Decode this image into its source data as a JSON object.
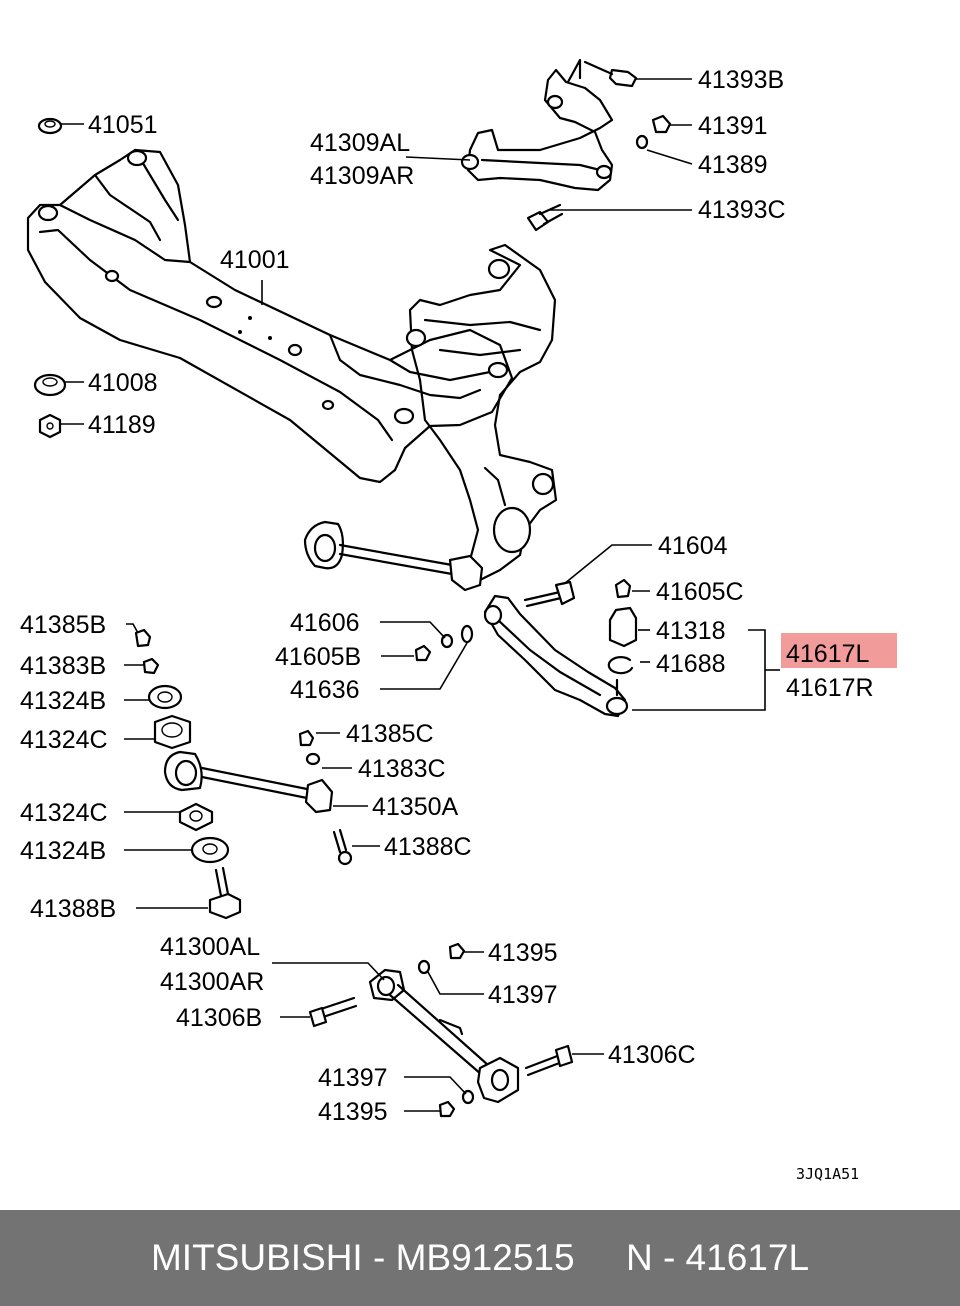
{
  "diagram": {
    "highlight_color": "#f29b9b",
    "drawing_code": "3JQ1A51",
    "labels": {
      "l41393B": "41393B",
      "l41051": "41051",
      "l41391": "41391",
      "l41309AL": "41309AL",
      "l41309AR": "41309AR",
      "l41389": "41389",
      "l41393C": "41393C",
      "l41001": "41001",
      "l41008": "41008",
      "l41189": "41189",
      "l41604": "41604",
      "l41605C": "41605C",
      "l41606": "41606",
      "l41318": "41318",
      "l41605B": "41605B",
      "l41617L": "41617L",
      "l41688": "41688",
      "l41636": "41636",
      "l41617R": "41617R",
      "l41385B": "41385B",
      "l41383B": "41383B",
      "l41324B_top": "41324B",
      "l41324C_top": "41324C",
      "l41385C": "41385C",
      "l41383C": "41383C",
      "l41350A": "41350A",
      "l41324C_bot": "41324C",
      "l41324B_bot": "41324B",
      "l41388C": "41388C",
      "l41388B": "41388B",
      "l41300AL": "41300AL",
      "l41300AR": "41300AR",
      "l41395_top": "41395",
      "l41397_top": "41397",
      "l41306B": "41306B",
      "l41306C": "41306C",
      "l41397_bot": "41397",
      "l41395_bot": "41395"
    }
  },
  "footer": {
    "brand": "MITSUBISHI",
    "part_number": "MB912515",
    "ref": "N - 41617L",
    "text": "MITSUBISHI - MB912515     N - 41617L"
  }
}
